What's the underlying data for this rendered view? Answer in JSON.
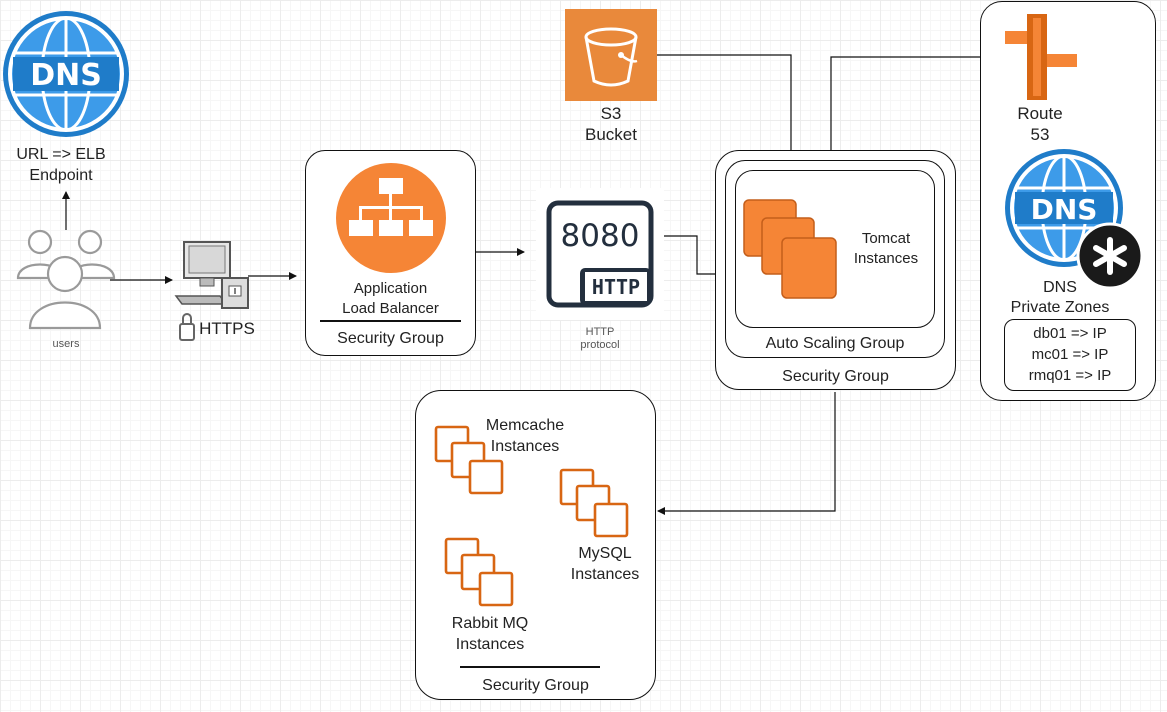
{
  "users": {
    "label": "users"
  },
  "dns_public": {
    "badge": "DNS",
    "label_line1": "URL => ELB",
    "label_line2": "Endpoint"
  },
  "client": {
    "label": "HTTPS"
  },
  "alb": {
    "label_line1": "Application",
    "label_line2": "Load Balancer",
    "group": "Security Group"
  },
  "http": {
    "port": "8080",
    "badge": "HTTP",
    "label_line1": "HTTP",
    "label_line2": "protocol"
  },
  "s3": {
    "label_line1": "S3",
    "label_line2": "Bucket"
  },
  "app_tier": {
    "instances_line1": "Tomcat",
    "instances_line2": "Instances",
    "asg": "Auto Scaling Group",
    "group": "Security Group"
  },
  "route53": {
    "label_line1": "Route",
    "label_line2": "53",
    "dns_badge": "DNS",
    "zones_line1": "DNS",
    "zones_line2": "Private Zones",
    "records": [
      "db01 => IP",
      "mc01 => IP",
      "rmq01 => IP"
    ]
  },
  "backend": {
    "memcache_line1": "Memcache",
    "memcache_line2": "Instances",
    "mysql_line1": "MySQL",
    "mysql_line2": "Instances",
    "rabbit_line1": "Rabbit MQ",
    "rabbit_line2": "Instances",
    "group": "Security Group"
  },
  "colors": {
    "aws_orange": "#f58536",
    "instance_orange": "#d86613",
    "dns_blue": "#1f7cc9",
    "line": "#111111"
  }
}
